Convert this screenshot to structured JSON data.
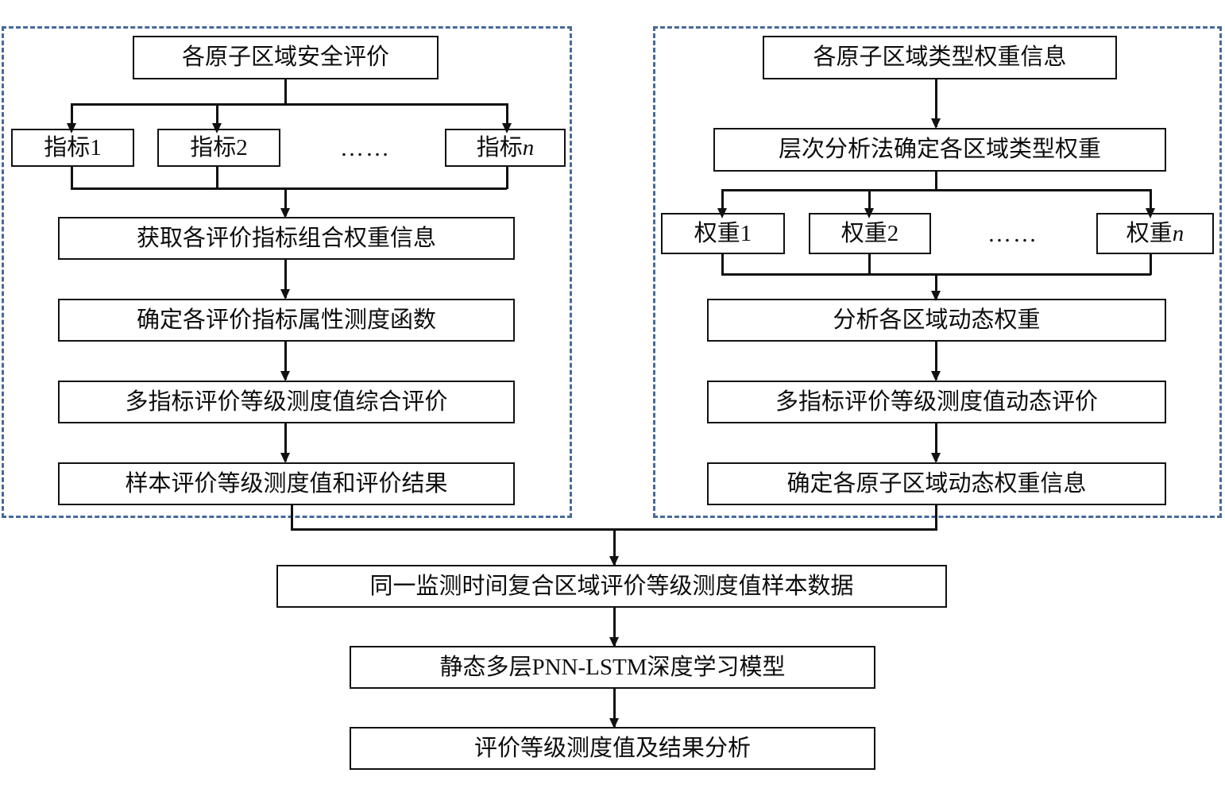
{
  "diagram": {
    "title_implicit": "",
    "colors": {
      "panel_border": "#46699e",
      "node_border": "#111111",
      "connector": "#111111",
      "background": "#ffffff"
    },
    "left_panel": {
      "name": "static-evaluation-panel",
      "nodes": {
        "root": "各原子区域安全评价",
        "index_1": "指标1",
        "index_2": "指标2",
        "index_n_prefix": "指标",
        "index_n_suffix": "n",
        "ellipsis": "……",
        "step_1": "获取各评价指标组合权重信息",
        "step_2": "确定各评价指标属性测度函数",
        "step_3": "多指标评价等级测度值综合评价",
        "step_4": "样本评价等级测度值和评价结果"
      }
    },
    "right_panel": {
      "name": "dynamic-weight-panel",
      "nodes": {
        "root": "各原子区域类型权重信息",
        "method": "层次分析法确定各区域类型权重",
        "weight_1": "权重1",
        "weight_2": "权重2",
        "weight_n_prefix": "权重",
        "weight_n_suffix": "n",
        "ellipsis": "……",
        "step_1": "分析各区域动态权重",
        "step_2": "多指标评价等级测度值动态评价",
        "step_3": "确定各原子区域动态权重信息"
      }
    },
    "bottom_flow": {
      "name": "fusion-flow",
      "nodes": {
        "sample_data": "同一监测时间复合区域评价等级测度值样本数据",
        "model": "静态多层PNN-LSTM深度学习模型",
        "result": "评价等级测度值及结果分析"
      }
    }
  }
}
